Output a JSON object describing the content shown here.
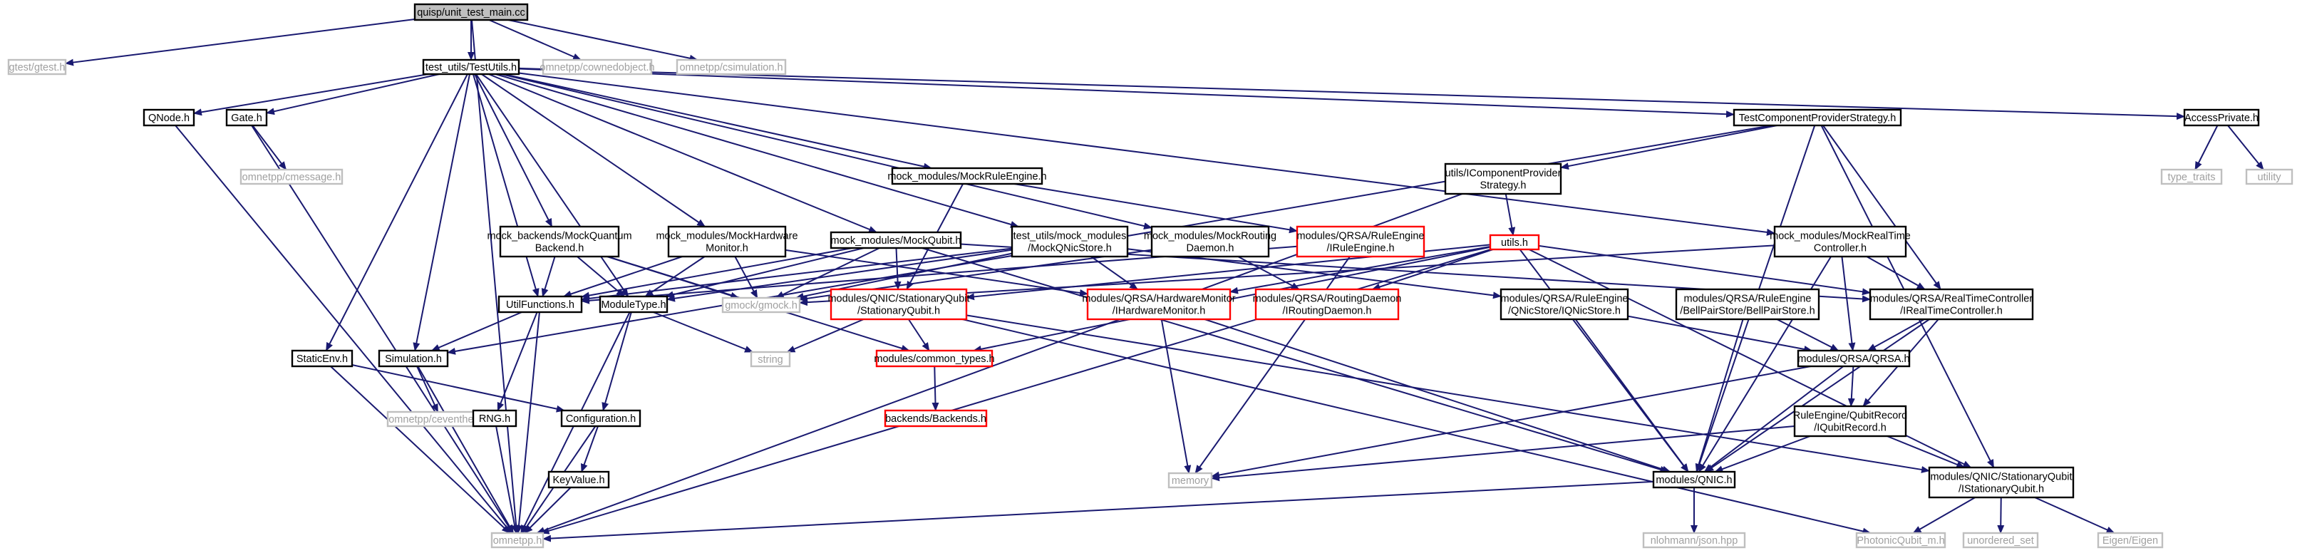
{
  "colors": {
    "edge": "#191970",
    "local_border": "#000000",
    "system_border": "#bfbfbf",
    "system_text": "#a0a0a0",
    "truncated_border": "#ff0000",
    "root_fill": "#bfbfbf",
    "text": "#000000"
  },
  "nodes": [
    {
      "id": "root",
      "label": "quisp/unit_test_main.cc",
      "kind": "root"
    },
    {
      "id": "gtest",
      "label": "gtest/gtest.h",
      "kind": "system"
    },
    {
      "id": "testutils",
      "label": "test_utils/TestUtils.h",
      "kind": "local"
    },
    {
      "id": "cownedobject",
      "label": "omnetpp/cownedobject.h",
      "kind": "system"
    },
    {
      "id": "csimulation",
      "label": "omnetpp/csimulation.h",
      "kind": "system"
    },
    {
      "id": "qnode",
      "label": "QNode.h",
      "kind": "local"
    },
    {
      "id": "gate",
      "label": "Gate.h",
      "kind": "local"
    },
    {
      "id": "cmessage",
      "label": "omnetpp/cmessage.h",
      "kind": "system"
    },
    {
      "id": "tcps",
      "label": "TestComponentProviderStrategy.h",
      "kind": "local"
    },
    {
      "id": "accessprivate",
      "label": "AccessPrivate.h",
      "kind": "local"
    },
    {
      "id": "typetraits",
      "label": "type_traits",
      "kind": "system"
    },
    {
      "id": "utility",
      "label": "utility",
      "kind": "system"
    },
    {
      "id": "mockruleengine",
      "label": "mock_modules/MockRuleEngine.h",
      "kind": "local"
    },
    {
      "id": "icps",
      "label": "utils/IComponentProvider\nStrategy.h",
      "kind": "local"
    },
    {
      "id": "mockbackend",
      "label": "mock_backends/MockQuantum\nBackend.h",
      "kind": "local"
    },
    {
      "id": "mockhwmon",
      "label": "mock_modules/MockHardware\nMonitor.h",
      "kind": "local"
    },
    {
      "id": "mockqubit",
      "label": "mock_modules/MockQubit.h",
      "kind": "local"
    },
    {
      "id": "mockqnicstore",
      "label": "test_utils/mock_modules\n/MockQNicStore.h",
      "kind": "local"
    },
    {
      "id": "mockrouting",
      "label": "mock_modules/MockRouting\nDaemon.h",
      "kind": "local"
    },
    {
      "id": "iruleengine",
      "label": "modules/QRSA/RuleEngine\n/IRuleEngine.h",
      "kind": "truncated"
    },
    {
      "id": "utilsh",
      "label": "utils.h",
      "kind": "truncated"
    },
    {
      "id": "mockrtc",
      "label": "mock_modules/MockRealTime\nController.h",
      "kind": "local"
    },
    {
      "id": "utilfunctions",
      "label": "UtilFunctions.h",
      "kind": "local"
    },
    {
      "id": "moduletype",
      "label": "ModuleType.h",
      "kind": "local"
    },
    {
      "id": "gmock",
      "label": "gmock/gmock.h",
      "kind": "system"
    },
    {
      "id": "stationaryqubit",
      "label": "modules/QNIC/StationaryQubit\n/StationaryQubit.h",
      "kind": "truncated"
    },
    {
      "id": "ihwmon",
      "label": "modules/QRSA/HardwareMonitor\n/IHardwareMonitor.h",
      "kind": "truncated"
    },
    {
      "id": "iroutingdaemon",
      "label": "modules/QRSA/RoutingDaemon\n/IRoutingDaemon.h",
      "kind": "truncated"
    },
    {
      "id": "iqnicstore",
      "label": "modules/QRSA/RuleEngine\n/QNicStore/IQNicStore.h",
      "kind": "local"
    },
    {
      "id": "bellpairstore",
      "label": "modules/QRSA/RuleEngine\n/BellPairStore/BellPairStore.h",
      "kind": "local"
    },
    {
      "id": "irtc",
      "label": "modules/QRSA/RealTimeController\n/IRealTimeController.h",
      "kind": "local"
    },
    {
      "id": "staticenv",
      "label": "StaticEnv.h",
      "kind": "local"
    },
    {
      "id": "simulation",
      "label": "Simulation.h",
      "kind": "local"
    },
    {
      "id": "string",
      "label": "string",
      "kind": "system"
    },
    {
      "id": "commontypes",
      "label": "modules/common_types.h",
      "kind": "truncated"
    },
    {
      "id": "qrsa",
      "label": "modules/QRSA/QRSA.h",
      "kind": "local"
    },
    {
      "id": "ceventheap",
      "label": "omnetpp/ceventheap.h",
      "kind": "system"
    },
    {
      "id": "rng",
      "label": "RNG.h",
      "kind": "local"
    },
    {
      "id": "configuration",
      "label": "Configuration.h",
      "kind": "local"
    },
    {
      "id": "backends",
      "label": "backends/Backends.h",
      "kind": "truncated"
    },
    {
      "id": "iqubitrecord",
      "label": "RuleEngine/QubitRecord\n/IQubitRecord.h",
      "kind": "local"
    },
    {
      "id": "keyvalue",
      "label": "KeyValue.h",
      "kind": "local"
    },
    {
      "id": "memory",
      "label": "memory",
      "kind": "system"
    },
    {
      "id": "qnich",
      "label": "modules/QNIC.h",
      "kind": "local"
    },
    {
      "id": "istationaryqubit",
      "label": "modules/QNIC/StationaryQubit\n/IStationaryQubit.h",
      "kind": "local"
    },
    {
      "id": "omnetpp",
      "label": "omnetpp.h",
      "kind": "system"
    },
    {
      "id": "json",
      "label": "nlohmann/json.hpp",
      "kind": "system"
    },
    {
      "id": "photonic",
      "label": "PhotonicQubit_m.h",
      "kind": "system"
    },
    {
      "id": "unorderedset",
      "label": "unordered_set",
      "kind": "system"
    },
    {
      "id": "eigen",
      "label": "Eigen/Eigen",
      "kind": "system"
    }
  ],
  "edges": [
    [
      "root",
      "gtest"
    ],
    [
      "root",
      "testutils"
    ],
    [
      "root",
      "cownedobject"
    ],
    [
      "root",
      "csimulation"
    ],
    [
      "root",
      "omnetpp"
    ],
    [
      "testutils",
      "qnode"
    ],
    [
      "testutils",
      "gate"
    ],
    [
      "testutils",
      "tcps"
    ],
    [
      "testutils",
      "accessprivate"
    ],
    [
      "testutils",
      "mockruleengine"
    ],
    [
      "testutils",
      "mockbackend"
    ],
    [
      "testutils",
      "mockhwmon"
    ],
    [
      "testutils",
      "mockqubit"
    ],
    [
      "testutils",
      "mockqnicstore"
    ],
    [
      "testutils",
      "mockrouting"
    ],
    [
      "testutils",
      "mockrtc"
    ],
    [
      "testutils",
      "utilfunctions"
    ],
    [
      "testutils",
      "moduletype"
    ],
    [
      "testutils",
      "staticenv"
    ],
    [
      "testutils",
      "simulation"
    ],
    [
      "qnode",
      "omnetpp"
    ],
    [
      "gate",
      "cmessage"
    ],
    [
      "gate",
      "omnetpp"
    ],
    [
      "accessprivate",
      "typetraits"
    ],
    [
      "accessprivate",
      "utility"
    ],
    [
      "tcps",
      "icps"
    ],
    [
      "tcps",
      "irtc"
    ],
    [
      "tcps",
      "qnich"
    ],
    [
      "tcps",
      "istationaryqubit"
    ],
    [
      "tcps",
      "simulation"
    ],
    [
      "mockruleengine",
      "iruleengine"
    ],
    [
      "mockruleengine",
      "stationaryqubit"
    ],
    [
      "icps",
      "utilsh"
    ],
    [
      "icps",
      "omnetpp"
    ],
    [
      "mockbackend",
      "utilfunctions"
    ],
    [
      "mockbackend",
      "moduletype"
    ],
    [
      "mockbackend",
      "gmock"
    ],
    [
      "mockbackend",
      "commontypes"
    ],
    [
      "mockhwmon",
      "utilfunctions"
    ],
    [
      "mockhwmon",
      "moduletype"
    ],
    [
      "mockhwmon",
      "gmock"
    ],
    [
      "mockhwmon",
      "ihwmon"
    ],
    [
      "mockqubit",
      "utilfunctions"
    ],
    [
      "mockqubit",
      "moduletype"
    ],
    [
      "mockqubit",
      "gmock"
    ],
    [
      "mockqubit",
      "stationaryqubit"
    ],
    [
      "mockqubit",
      "qnich"
    ],
    [
      "mockqubit",
      "irtc"
    ],
    [
      "mockqnicstore",
      "moduletype"
    ],
    [
      "mockqnicstore",
      "gmock"
    ],
    [
      "mockqnicstore",
      "ihwmon"
    ],
    [
      "mockqnicstore",
      "iqnicstore"
    ],
    [
      "mockqnicstore",
      "utilfunctions"
    ],
    [
      "mockrouting",
      "iroutingdaemon"
    ],
    [
      "mockrouting",
      "gmock"
    ],
    [
      "iruleengine",
      "utilfunctions"
    ],
    [
      "iruleengine",
      "memory"
    ],
    [
      "utilsh",
      "stationaryqubit"
    ],
    [
      "utilsh",
      "ihwmon"
    ],
    [
      "utilsh",
      "iroutingdaemon"
    ],
    [
      "utilsh",
      "irtc"
    ],
    [
      "utilsh",
      "commontypes"
    ],
    [
      "utilsh",
      "omnetpp"
    ],
    [
      "utilsh",
      "qnich"
    ],
    [
      "utilsh",
      "istationaryqubit"
    ],
    [
      "mockrtc",
      "gmock"
    ],
    [
      "mockrtc",
      "irtc"
    ],
    [
      "mockrtc",
      "qrsa"
    ],
    [
      "mockrtc",
      "qnich"
    ],
    [
      "utilfunctions",
      "simulation"
    ],
    [
      "utilfunctions",
      "rng"
    ],
    [
      "utilfunctions",
      "omnetpp"
    ],
    [
      "moduletype",
      "string"
    ],
    [
      "moduletype",
      "configuration"
    ],
    [
      "moduletype",
      "omnetpp"
    ],
    [
      "stationaryqubit",
      "string"
    ],
    [
      "stationaryqubit",
      "commontypes"
    ],
    [
      "stationaryqubit",
      "photonic"
    ],
    [
      "stationaryqubit",
      "istationaryqubit"
    ],
    [
      "ihwmon",
      "memory"
    ],
    [
      "ihwmon",
      "qnich"
    ],
    [
      "iqnicstore",
      "qrsa"
    ],
    [
      "iqnicstore",
      "qnich"
    ],
    [
      "bellpairstore",
      "qrsa"
    ],
    [
      "bellpairstore",
      "qnich"
    ],
    [
      "irtc",
      "qrsa"
    ],
    [
      "irtc",
      "iqubitrecord"
    ],
    [
      "irtc",
      "qnich"
    ],
    [
      "staticenv",
      "configuration"
    ],
    [
      "staticenv",
      "omnetpp"
    ],
    [
      "simulation",
      "ceventheap"
    ],
    [
      "simulation",
      "omnetpp"
    ],
    [
      "commontypes",
      "backends"
    ],
    [
      "qrsa",
      "iqubitrecord"
    ],
    [
      "qrsa",
      "qnich"
    ],
    [
      "qrsa",
      "memory"
    ],
    [
      "rng",
      "omnetpp"
    ],
    [
      "configuration",
      "keyvalue"
    ],
    [
      "configuration",
      "omnetpp"
    ],
    [
      "keyvalue",
      "omnetpp"
    ],
    [
      "iqubitrecord",
      "qnich"
    ],
    [
      "iqubitrecord",
      "istationaryqubit"
    ],
    [
      "iqubitrecord",
      "memory"
    ],
    [
      "qnich",
      "omnetpp"
    ],
    [
      "qnich",
      "json"
    ],
    [
      "istationaryqubit",
      "photonic"
    ],
    [
      "istationaryqubit",
      "unorderedset"
    ],
    [
      "istationaryqubit",
      "eigen"
    ]
  ]
}
